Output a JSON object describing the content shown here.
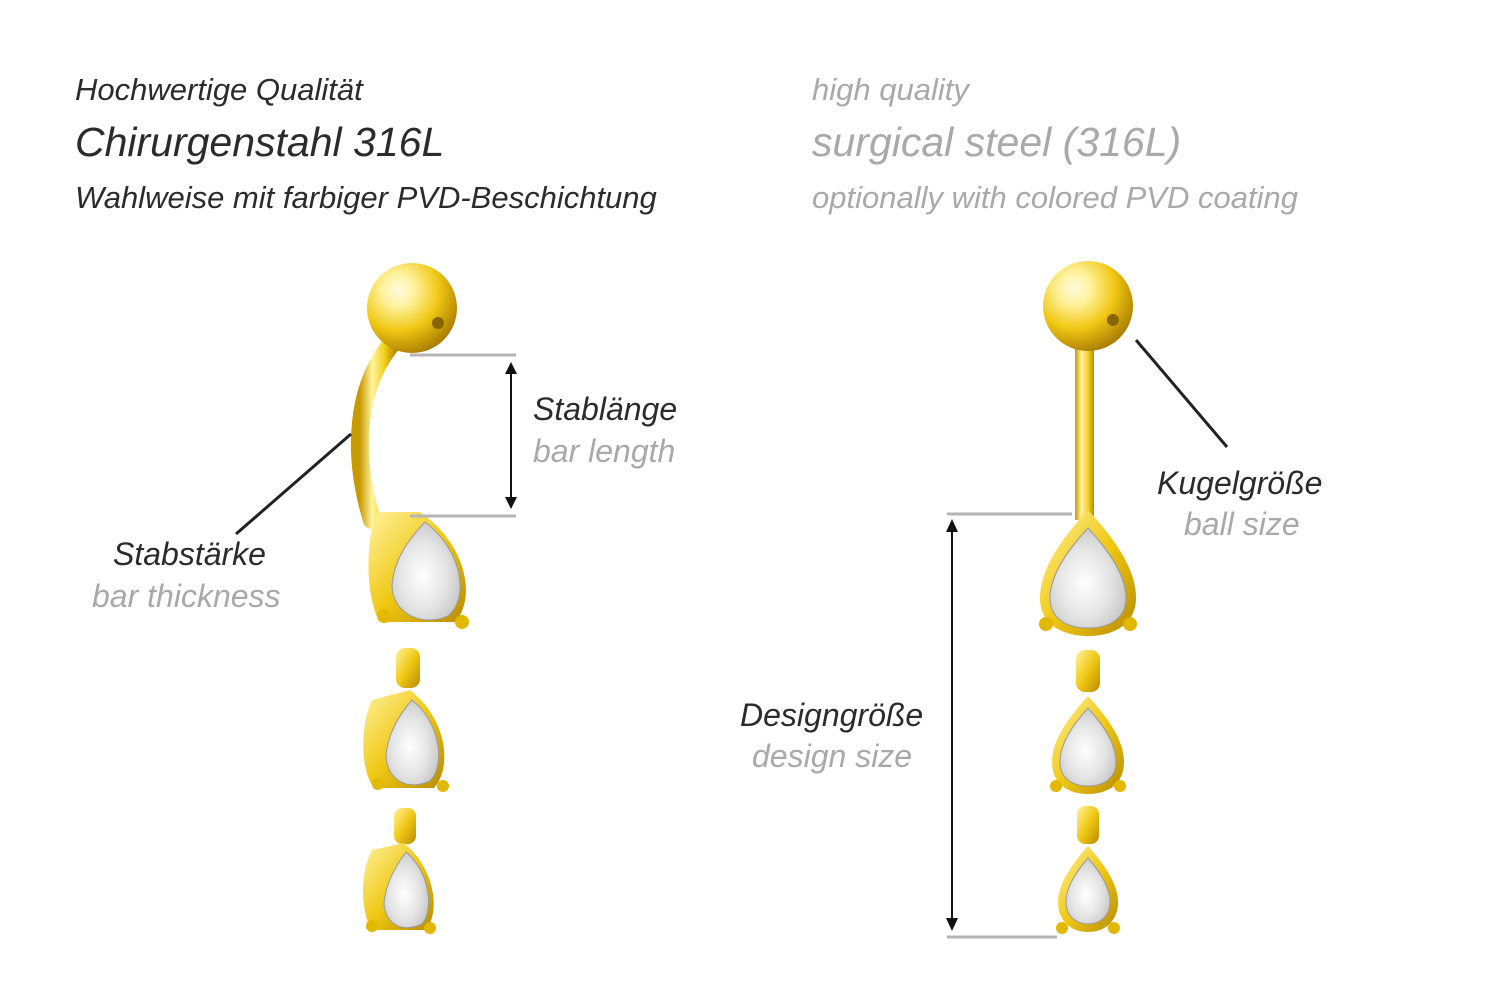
{
  "header": {
    "de": {
      "line1": "Hochwertige Qualität",
      "line2": "Chirurgenstahl 316L",
      "line3": "Wahlweise mit farbiger PVD-Beschichtung"
    },
    "en": {
      "line1": "high quality",
      "line2": "surgical steel (316L)",
      "line3": "optionally with colored PVD coating"
    }
  },
  "labels": {
    "bar_length": {
      "de": "Stablänge",
      "en": "bar length"
    },
    "bar_thickness": {
      "de": "Stabstärke",
      "en": "bar thickness"
    },
    "ball_size": {
      "de": "Kugelgröße",
      "en": "ball size"
    },
    "design_size": {
      "de": "Designgröße",
      "en": "design size"
    }
  },
  "colors": {
    "gold_light": "#fff6a8",
    "gold_mid": "#f2cf1a",
    "gold_dark": "#b88a00",
    "gem": "#e6e6e6",
    "text_dark": "#2b2b2b",
    "text_light": "#a9a9a9",
    "guide_line": "#b5b5b5"
  }
}
